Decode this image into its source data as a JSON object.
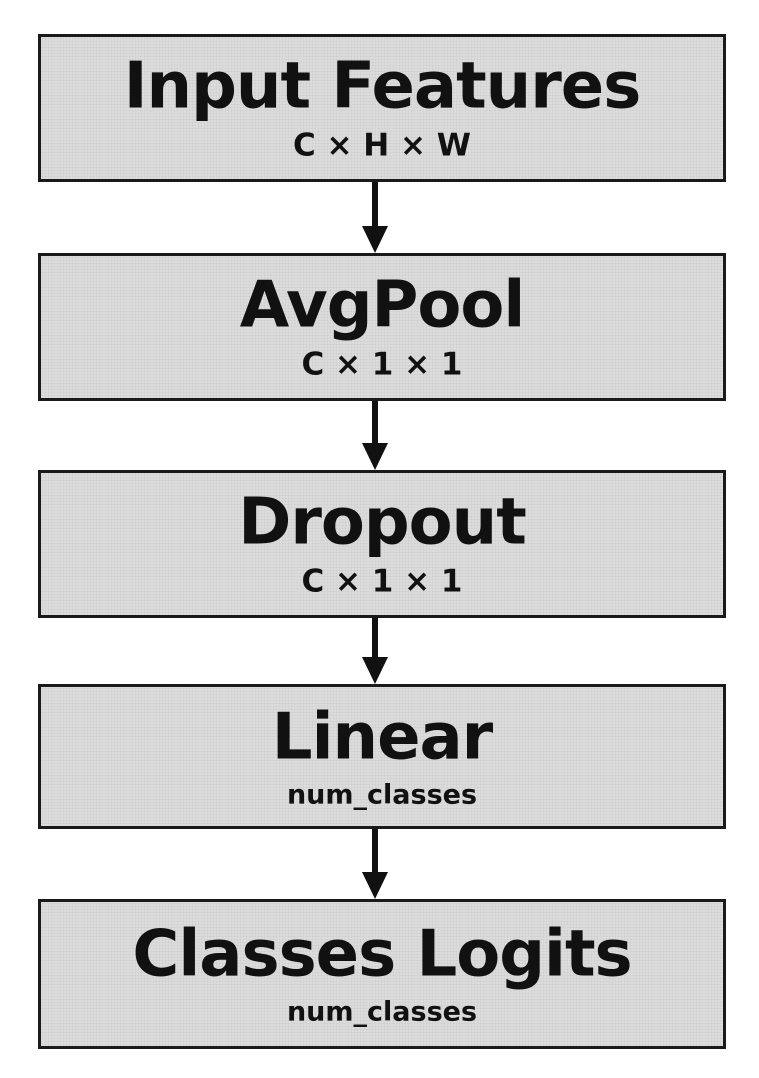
{
  "diagram": {
    "blocks": [
      {
        "title": "Input Features",
        "shape": "C × H × W"
      },
      {
        "title": "AvgPool",
        "shape": "C × 1 × 1"
      },
      {
        "title": "Dropout",
        "shape": "C × 1 × 1"
      },
      {
        "title": "Linear",
        "shape": "num_classes"
      },
      {
        "title": "Classes Logits",
        "shape": "num_classes"
      }
    ],
    "colors": {
      "block_fill": "#dcdcdc",
      "border": "#1a1a1a",
      "text": "#111111",
      "arrow": "#111111"
    }
  }
}
